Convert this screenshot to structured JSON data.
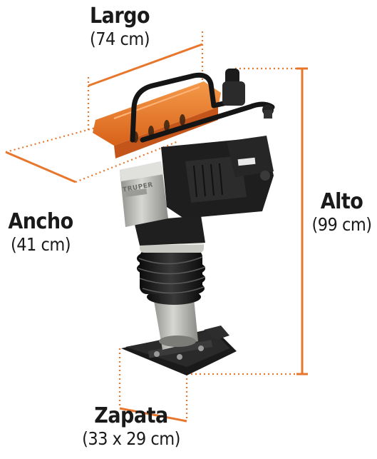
{
  "dimensions": {
    "largo": {
      "label": "Largo",
      "value": "(74 cm)"
    },
    "ancho": {
      "label": "Ancho",
      "value": "(41 cm)"
    },
    "alto": {
      "label": "Alto",
      "value": "(99 cm)"
    },
    "zapata": {
      "label": "Zapata",
      "value": "(33 x 29 cm)"
    }
  },
  "product": {
    "brand_plate": "TRUPER"
  },
  "colors": {
    "accent": "#E8772E",
    "body": "#F07A22",
    "dark": "#1E1E1E",
    "metal": "#B9B9B5"
  }
}
